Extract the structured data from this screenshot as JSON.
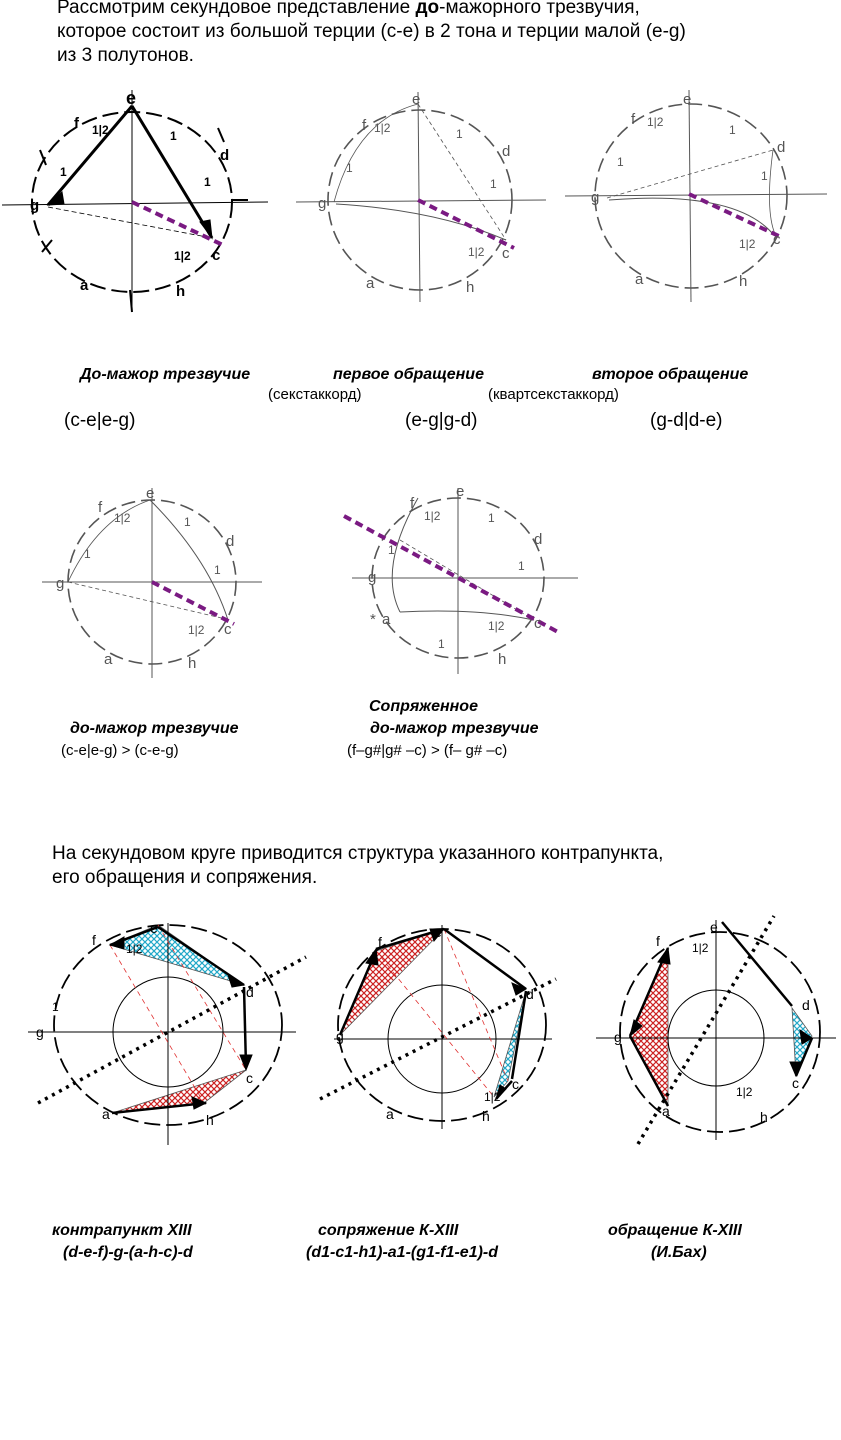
{
  "intro": {
    "line1_prefix": "Рассмотрим секундовое представление ",
    "line1_bold": "до",
    "line1_suffix": "-мажорного трезвучия,",
    "line2": "которое состоит из большой терции (c-e) в 2 тона и терции малой (e-g)",
    "line3": " из 3 полутонов."
  },
  "row1": {
    "captions": [
      "До-мажор трезвучие",
      "первое обращение",
      "второе обращение"
    ],
    "subcaptions": [
      "(секстаккорд)",
      "(квартсекстаккорд)"
    ],
    "formulas": [
      "(c-e|e-g)",
      "(e-g|g-d)",
      "(g-d|d-e)"
    ]
  },
  "row2": {
    "caption_left": "до-мажор трезвучие",
    "formula_left": "(c-e|e-g) > (c-e-g)",
    "caption_right_1": "Сопряженное",
    "caption_right_2": "до-мажор трезвучие",
    "formula_right": "(f–g#|g# –c) > (f– g# –c)"
  },
  "paragraph": {
    "line1": "На секундовом круге приводится структура указанного контрапункта,",
    "line2": "его обращения и сопряжения."
  },
  "row3": {
    "captions": [
      "контрапункт XIII",
      "сопряжение К-XIII",
      "обращение К-XIII"
    ],
    "formulas": [
      "(d-e-f)-g-(a-h-c)-d",
      "(d1-c1-h1)-a1-(g1-f1-e1)-d",
      "(И.Бах)"
    ]
  },
  "diagram_labels": {
    "notes": [
      "e",
      "d",
      "c",
      "h",
      "a",
      "g",
      "f"
    ],
    "one": "1",
    "half": "1|2",
    "star": "*"
  },
  "colors": {
    "purple": "#7a1a82",
    "red_hatch": "#cc2222",
    "cyan_hatch": "#22a8c8",
    "red_dash": "#e03030"
  }
}
